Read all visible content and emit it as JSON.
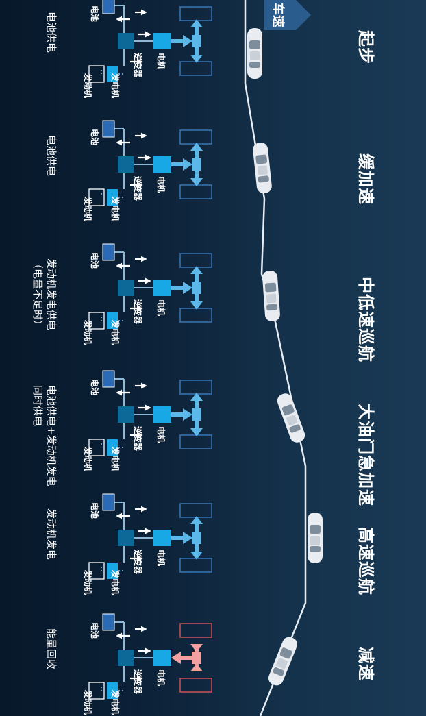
{
  "speed_axis_label": "车速",
  "components": {
    "battery": "电池",
    "inverter": "逆变器",
    "motor": "电机",
    "generator": "发电机",
    "engine": "发动机"
  },
  "colors": {
    "background": "#0c2238",
    "battery_fill": "#2b6bb5",
    "inverter_fill": "#0d6a98",
    "motor_fill": "#18a8e6",
    "generator_fill": "#18a8e6",
    "wheel_border": "#3a7cc0",
    "drive_arrow": "#5cb8e8",
    "regen_arrow": "#f2a0a0",
    "regen_wheel_border": "#e0505a",
    "road_line": "#e6edf5"
  },
  "stages": [
    {
      "title": "起步",
      "mode": [
        "电池供电"
      ],
      "regen": false
    },
    {
      "title": "缓加速",
      "mode": [
        "电池供电"
      ],
      "regen": false
    },
    {
      "title": "中低速巡航",
      "mode": [
        "发动机发电供电",
        "（电量不足时）"
      ],
      "regen": false
    },
    {
      "title": "大油门急加速",
      "mode": [
        "电池供电+发动机发电",
        "同时供电"
      ],
      "regen": false
    },
    {
      "title": "高速巡航",
      "mode": [
        "发动机发电"
      ],
      "regen": false
    },
    {
      "title": "减速",
      "mode": [
        "能量回收"
      ],
      "regen": true
    }
  ]
}
